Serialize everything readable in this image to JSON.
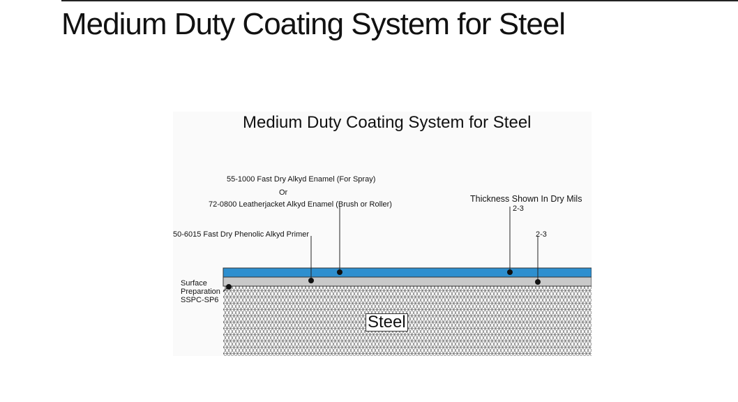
{
  "page": {
    "title": "Medium Duty Coating System for Steel"
  },
  "diagram": {
    "title": "Medium Duty Coating System for Steel",
    "topcoat_line1": "55-1000 Fast Dry Alkyd Enamel (For Spray)",
    "topcoat_or": "Or",
    "topcoat_line2": "72-0800 Leatherjacket Alkyd Enamel (Brush or Roller)",
    "primer": "50-6015 Fast Dry Phenolic Alkyd Primer",
    "thickness_title": "Thickness Shown In Dry Mils",
    "topcoat_thickness": "2-3",
    "primer_thickness": "2-3",
    "surface_prep_line1": "Surface",
    "surface_prep_line2": "Preparation",
    "surface_prep_line3": "SSPC-SP6",
    "substrate": "Steel",
    "colors": {
      "topcoat": "#2e8fcf",
      "primer": "#c9c9c9",
      "steel_hatch": "#555555"
    }
  }
}
